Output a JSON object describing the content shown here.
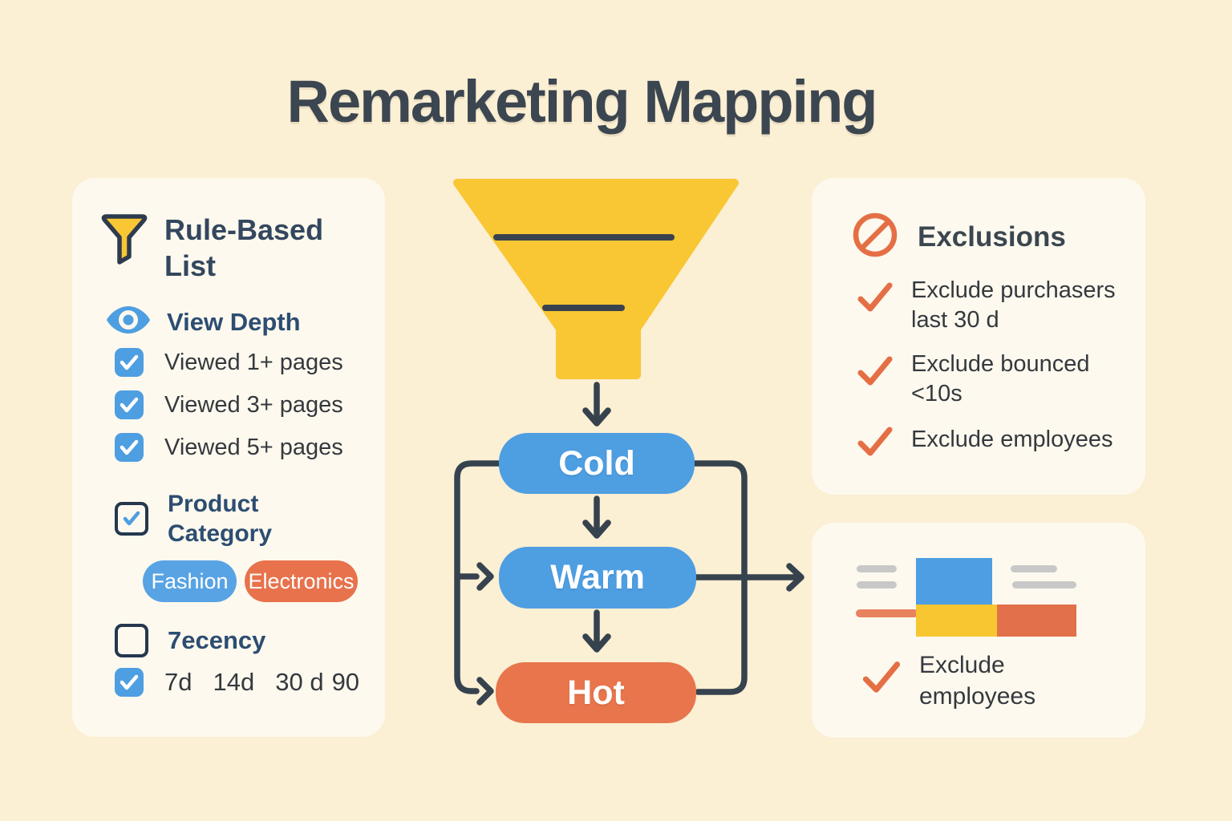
{
  "title": "Remarketing Mapping",
  "colors": {
    "background": "#FBEFD4",
    "panel": "#FDF9EE",
    "blue": "#4E9EE2",
    "orange": "#E8754C",
    "yellow": "#F9C733",
    "line": "#36424D",
    "navy": "#2D4D72",
    "slate": "#3B4650",
    "text": "#35393E",
    "gray": "#C8C8C8"
  },
  "icons": {
    "rule_list": "funnel-icon",
    "view_depth": "eye-icon",
    "exclusions": "no-entry-icon",
    "items": "checkmark-icon"
  },
  "left_panel": {
    "title": "Rule-Based List",
    "view_depth_label": "View Depth",
    "checks": [
      "Viewed 1+ pages",
      "Viewed 3+ pages",
      "Viewed 5+ pages"
    ],
    "product_category_label": "Product Category",
    "tags": [
      {
        "label": "Fashion",
        "color": "blue"
      },
      {
        "label": "Electronics",
        "color": "orange"
      }
    ],
    "recency_label": "7ecency",
    "recency_values": [
      "7d",
      "14d",
      "30 d",
      "90"
    ]
  },
  "flow": {
    "stages": [
      {
        "label": "Cold",
        "color": "blue"
      },
      {
        "label": "Warm",
        "color": "blue"
      },
      {
        "label": "Hot",
        "color": "orange"
      }
    ]
  },
  "exclusions_panel": {
    "title": "Exclusions",
    "items": [
      "Exclude purchasers last 30 d",
      "Exclude bounced <10s",
      "Exclude employees"
    ]
  },
  "summary_panel": {
    "label": "Exclude employees"
  }
}
